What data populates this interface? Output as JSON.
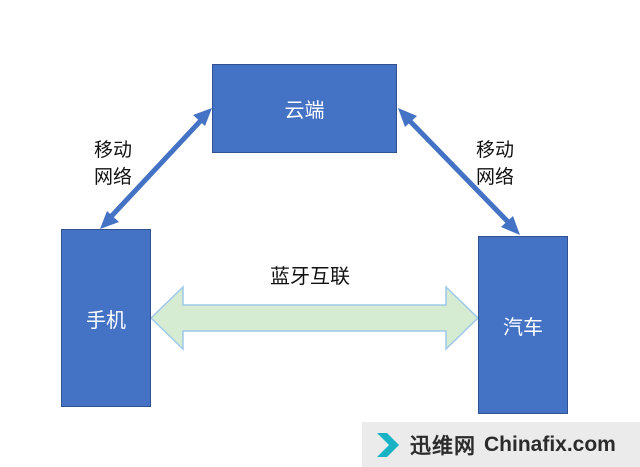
{
  "nodes": {
    "cloud": "云端",
    "phone": "手机",
    "car": "汽车"
  },
  "edges": {
    "phone_cloud": {
      "line1": "移动",
      "line2": "网络"
    },
    "cloud_car": {
      "line1": "移动",
      "line2": "网络"
    },
    "phone_car": "蓝牙互联"
  },
  "watermark": {
    "cn": "迅维网",
    "en": "Chinafix.com"
  },
  "colors": {
    "node_fill": "#4472c4",
    "arrow_blue": "#4472c4",
    "bt_fill": "#d5ecd3",
    "bt_stroke": "#9ec8e8",
    "watermark_accent": "#1ab3c6"
  }
}
